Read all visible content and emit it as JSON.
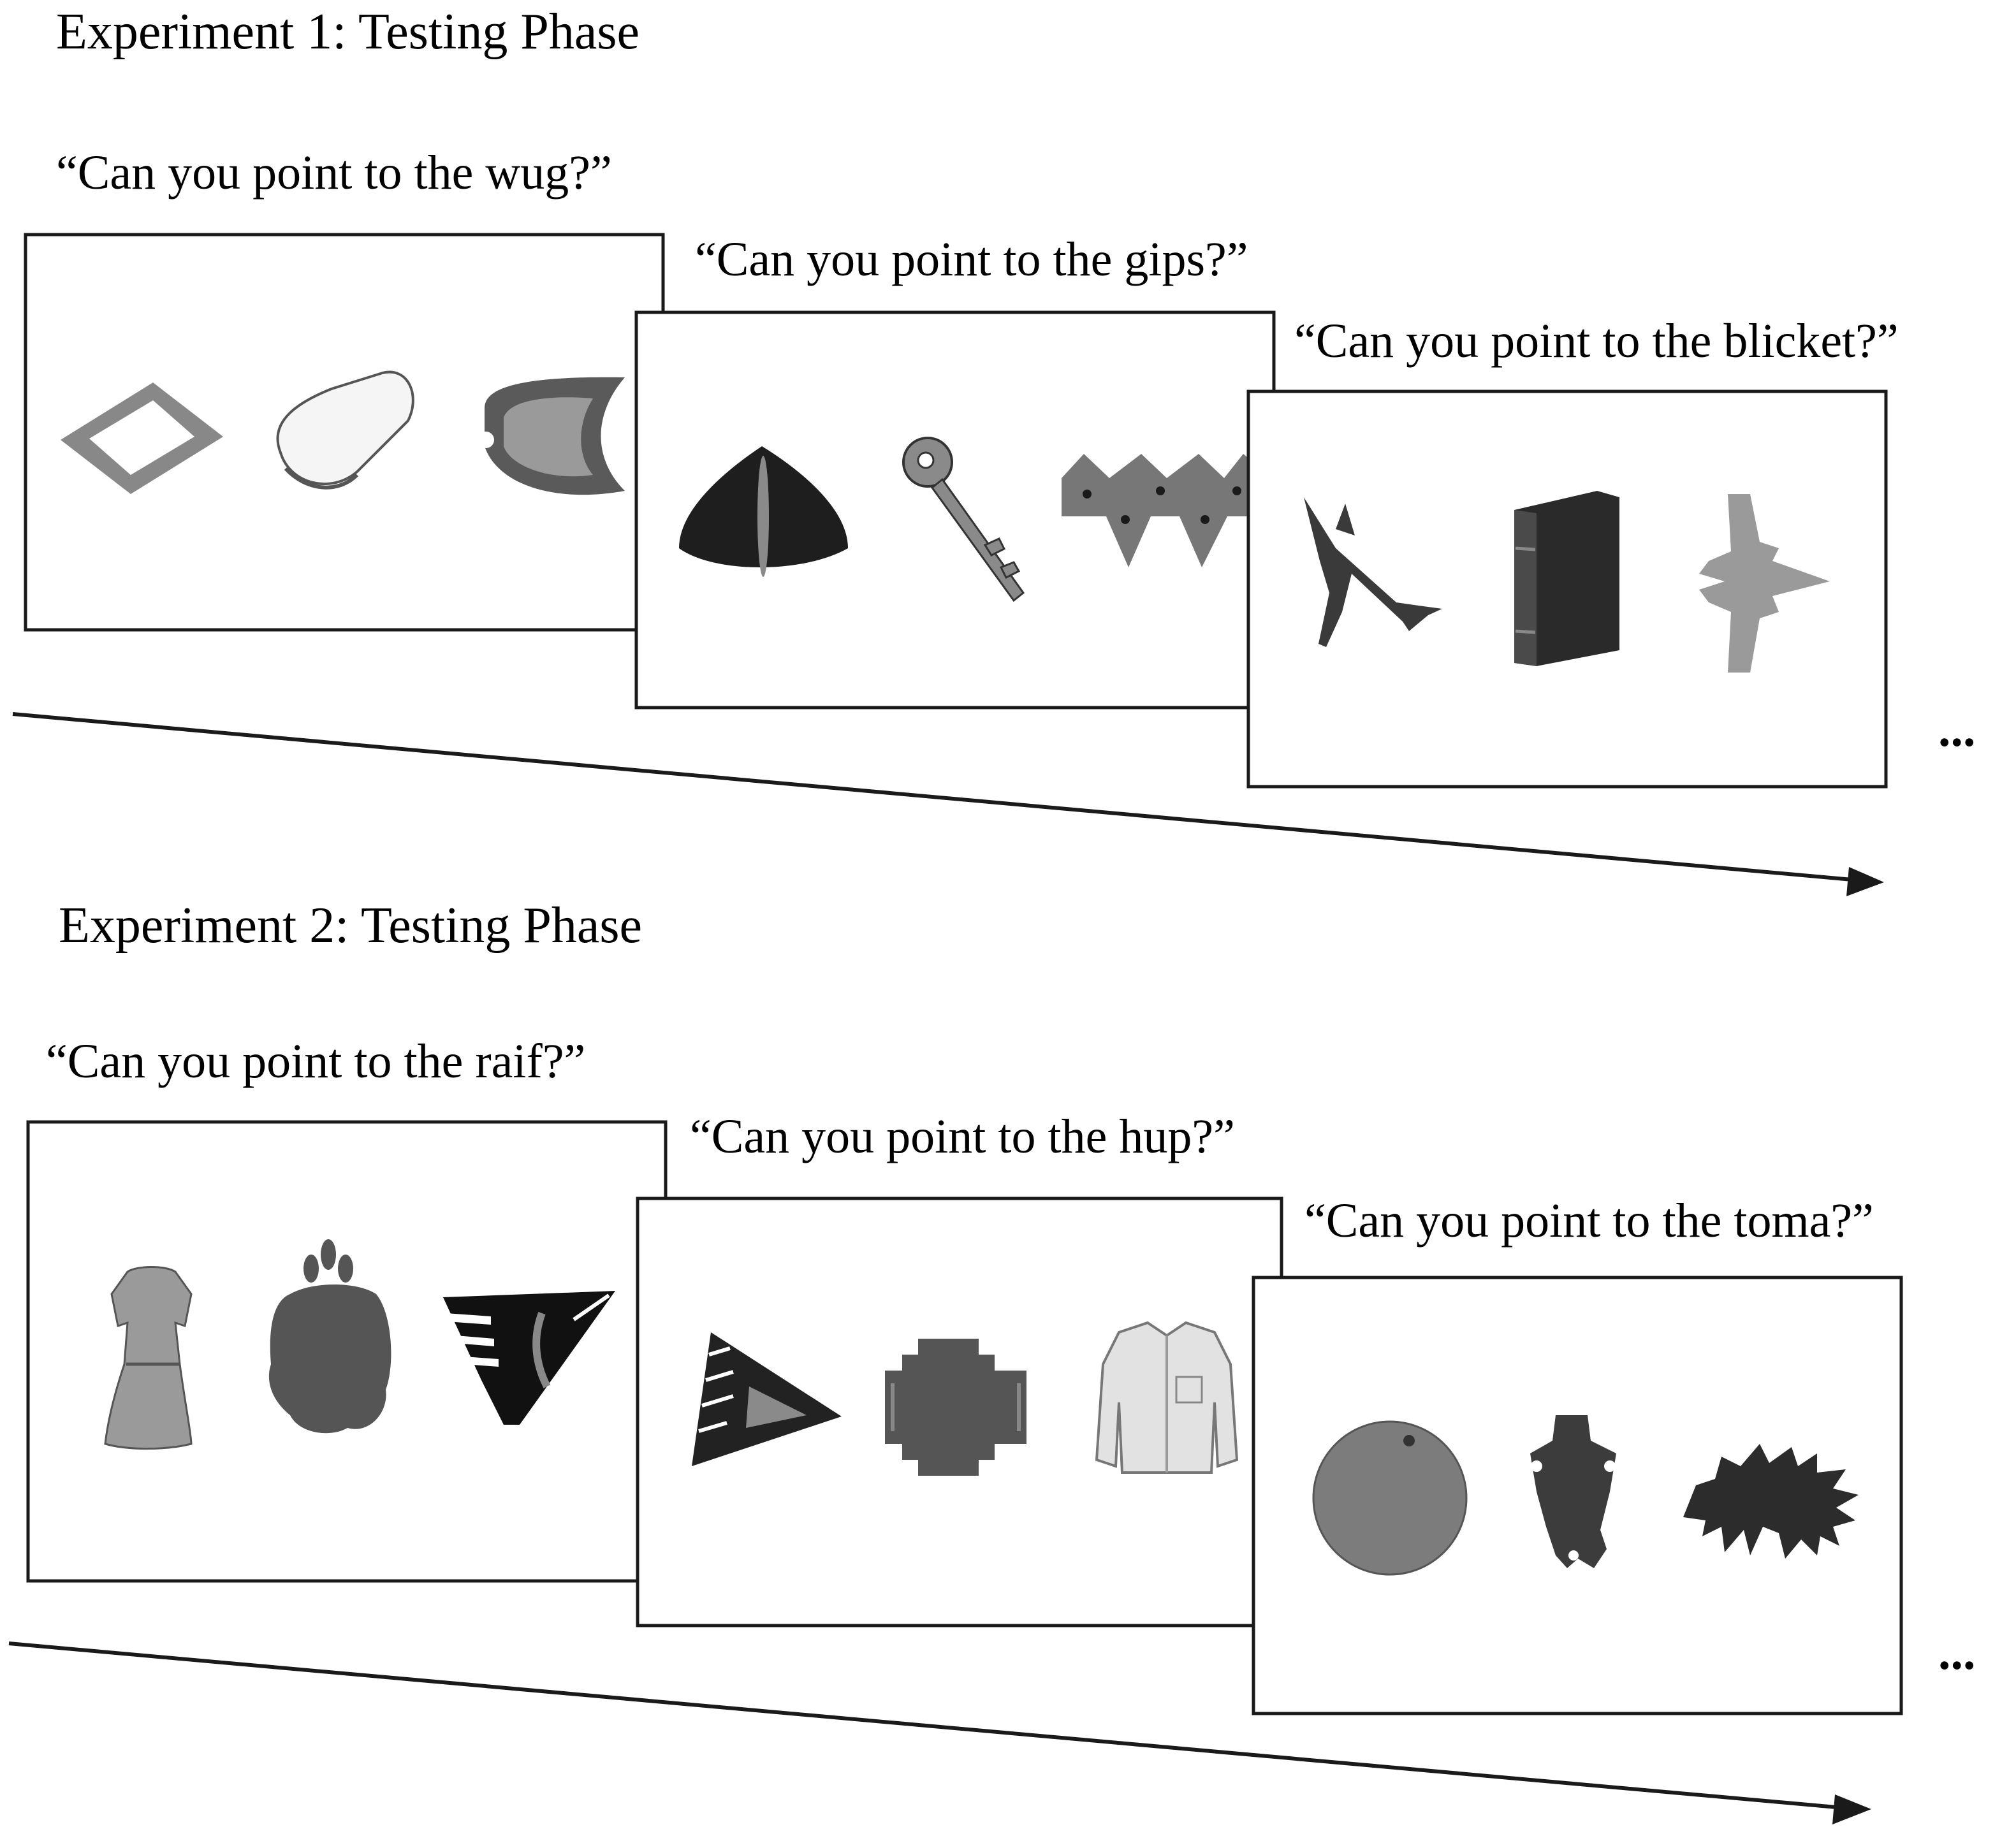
{
  "experiments": [
    {
      "heading": "Experiment 1: Testing Phase",
      "trials": [
        {
          "prompt": "“Can you point to the wug?”",
          "objects": [
            "frame-shape",
            "sock",
            "shield-shape"
          ]
        },
        {
          "prompt": "“Can you point to the gips?”",
          "objects": [
            "bell-shape",
            "key",
            "spiked-shape"
          ]
        },
        {
          "prompt": "“Can you point to the blicket?”",
          "objects": [
            "crane-shape",
            "book",
            "star-shape"
          ]
        }
      ],
      "continuation": "..."
    },
    {
      "heading": "Experiment 2: Testing Phase",
      "trials": [
        {
          "prompt": "“Can you point to the raif?”",
          "objects": [
            "dress",
            "blob-shape",
            "wedge-shape"
          ]
        },
        {
          "prompt": "“Can you point to the hup?”",
          "objects": [
            "triangle-shape",
            "cross-shape",
            "shirt"
          ]
        },
        {
          "prompt": "“Can you point to the toma?”",
          "objects": [
            "orange",
            "figure-shape",
            "splat-shape"
          ]
        }
      ],
      "continuation": "..."
    }
  ],
  "colors": {
    "ink": "#1a1a1a",
    "dark_gray": "#3c3c3c",
    "mid_gray": "#777777",
    "light_gray": "#a0a0a0"
  }
}
